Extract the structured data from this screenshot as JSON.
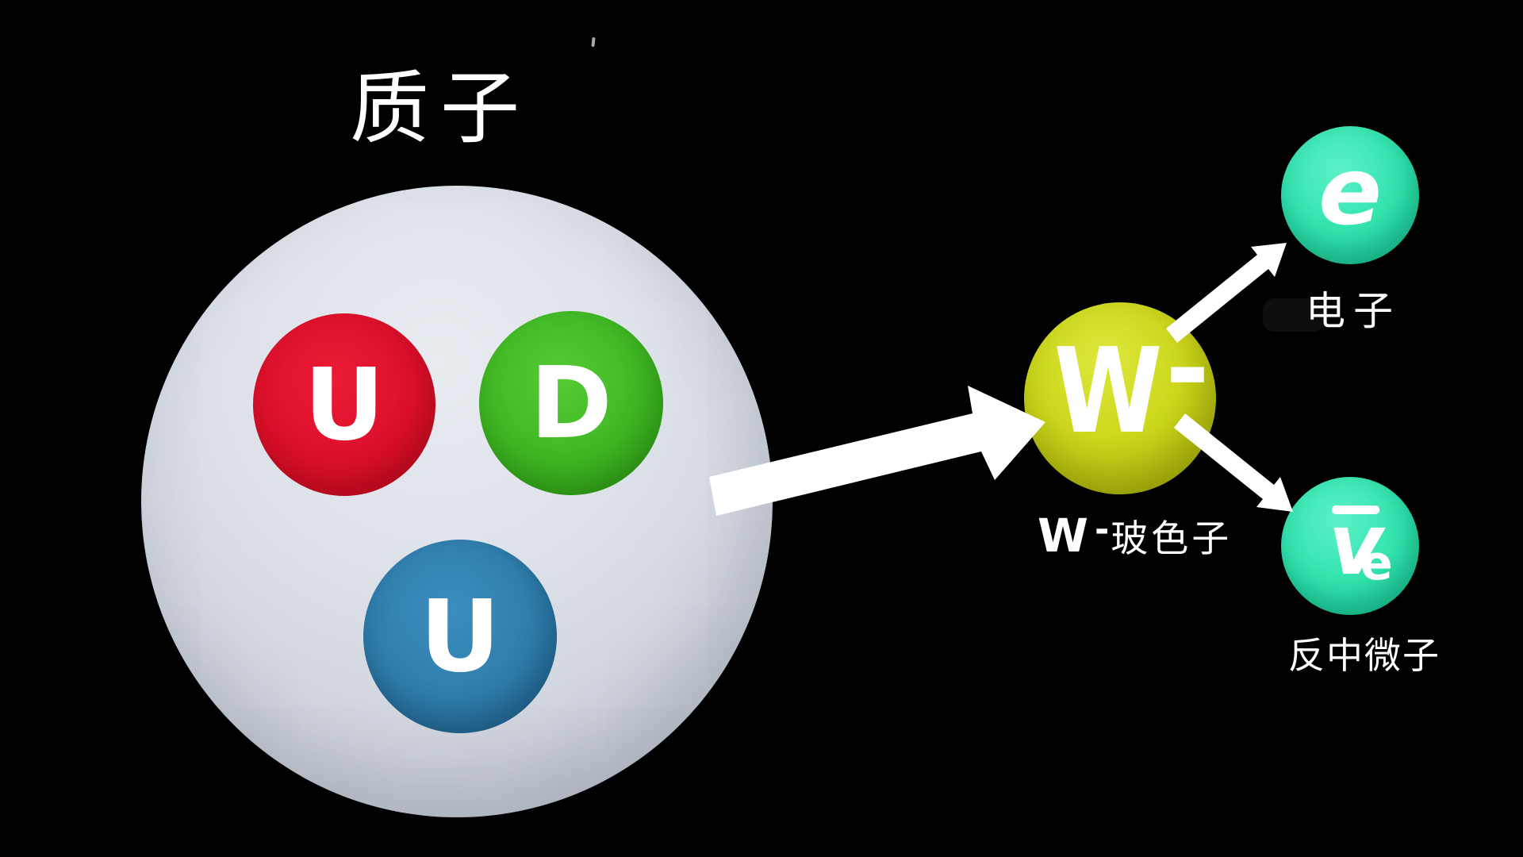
{
  "title": "质子",
  "proton": {
    "label": "质子",
    "quarks": [
      {
        "label": "U",
        "color": "#dc0f2b"
      },
      {
        "label": "D",
        "color": "#3fb623"
      },
      {
        "label": "U",
        "color": "#2f7dab"
      }
    ]
  },
  "w_boson": {
    "symbol": "W",
    "charge": "-",
    "caption_symbol": "W",
    "caption_charge": "-",
    "caption_text": "玻色子",
    "color": "#c9d415"
  },
  "electron": {
    "symbol": "e",
    "caption": "电子",
    "color": "#30e0ac"
  },
  "antineutrino": {
    "symbol_base": "v",
    "symbol_sub": "e",
    "caption": "反中微子",
    "color": "#30e0ac"
  },
  "background_color": "#000000",
  "arrow_color": "#ffffff"
}
